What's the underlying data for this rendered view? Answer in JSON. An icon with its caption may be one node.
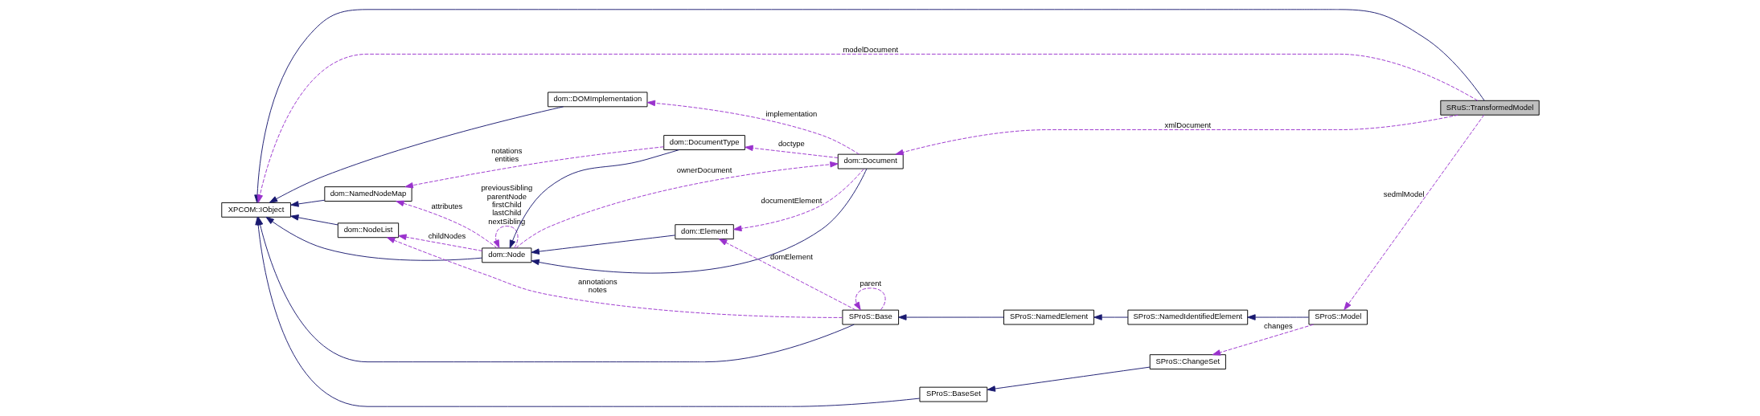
{
  "diagram": {
    "nodes": [
      {
        "text": [
          "SRuS::TransformedModel"
        ]
      },
      {
        "text": [
          "XPCOM::IObject"
        ]
      },
      {
        "text": [
          "dom::DOMImplementation"
        ]
      },
      {
        "text": [
          "dom::Document"
        ]
      },
      {
        "text": [
          "dom::Node"
        ]
      },
      {
        "text": [
          "dom::NamedNodeMap"
        ]
      },
      {
        "text": [
          "dom::DocumentType"
        ]
      },
      {
        "text": [
          "dom::NodeList"
        ]
      },
      {
        "text": [
          "dom::Element"
        ]
      },
      {
        "text": [
          "SProS::Base"
        ]
      },
      {
        "text": [
          "SProS::NamedElement"
        ]
      },
      {
        "text": [
          "SProS::NamedIdentifiedElement"
        ]
      },
      {
        "text": [
          "SProS::Model"
        ]
      },
      {
        "text": [
          "SProS::BaseSet"
        ]
      },
      {
        "text": [
          "SProS::ChangeSet"
        ]
      }
    ],
    "edges": [
      {
        "from": 0,
        "to": 1,
        "arrow": "to",
        "color": "#191970"
      },
      {
        "from": 0,
        "to": 1,
        "arrow": "to",
        "style": "dashed",
        "label": "modelDocument"
      },
      {
        "from": 0,
        "to": 3,
        "arrow": "to",
        "style": "dashed",
        "label": "xmlDocument"
      },
      {
        "from": 0,
        "to": 12,
        "arrow": "to",
        "style": "dashed",
        "label": "sedmlModel"
      },
      {
        "from": 2,
        "to": 1,
        "arrow": "to",
        "color": "#191970"
      },
      {
        "from": 3,
        "to": 2,
        "arrow": "to",
        "style": "dashed",
        "label": "implementation"
      },
      {
        "from": 3,
        "to": 4,
        "arrow": "to",
        "color": "#191970"
      },
      {
        "from": 4,
        "to": 3,
        "arrow": "to",
        "style": "dashed",
        "label": "ownerDocument"
      },
      {
        "from": 4,
        "to": 4,
        "arrow": "to",
        "style": "dashed",
        "label": "previousSibling parentNode firstChild lastChild nextSibling"
      },
      {
        "from": 4,
        "to": 1,
        "arrow": "to",
        "color": "#191970"
      },
      {
        "from": 4,
        "to": 5,
        "arrow": "to",
        "style": "dashed",
        "label": "attributes"
      },
      {
        "from": 5,
        "to": 1,
        "arrow": "to",
        "color": "#191970"
      },
      {
        "from": 4,
        "to": 7,
        "arrow": "to",
        "style": "dashed",
        "label": "childNodes"
      },
      {
        "from": 7,
        "to": 1,
        "arrow": "to",
        "color": "#191970"
      },
      {
        "from": 6,
        "to": 4,
        "arrow": "to",
        "color": "#191970"
      },
      {
        "from": 3,
        "to": 6,
        "arrow": "to",
        "style": "dashed",
        "label": "doctype"
      },
      {
        "from": 6,
        "to": 5,
        "arrow": "to",
        "style": "dashed",
        "label": "notations entities"
      },
      {
        "from": 8,
        "to": 4,
        "arrow": "to",
        "color": "#191970"
      },
      {
        "from": 3,
        "to": 8,
        "arrow": "to",
        "style": "dashed",
        "label": "documentElement"
      },
      {
        "from": 9,
        "to": 8,
        "arrow": "to",
        "style": "dashed",
        "label": "domElement"
      },
      {
        "from": 9,
        "to": 9,
        "arrow": "to",
        "style": "dashed",
        "label": "parent"
      },
      {
        "from": 9,
        "to": 7,
        "arrow": "to",
        "style": "dashed",
        "label": "annotations notes"
      },
      {
        "from": 9,
        "to": 1,
        "arrow": "to",
        "color": "#191970"
      },
      {
        "from": 10,
        "to": 9,
        "arrow": "to",
        "color": "#191970"
      },
      {
        "from": 11,
        "to": 10,
        "arrow": "to",
        "color": "#191970"
      },
      {
        "from": 12,
        "to": 11,
        "arrow": "to",
        "color": "#191970"
      },
      {
        "from": 13,
        "to": 1,
        "arrow": "to",
        "color": "#191970"
      },
      {
        "from": 14,
        "to": 13,
        "arrow": "to",
        "color": "#191970"
      },
      {
        "from": 12,
        "to": 14,
        "arrow": "to",
        "style": "dashed",
        "label": "changes"
      }
    ]
  }
}
